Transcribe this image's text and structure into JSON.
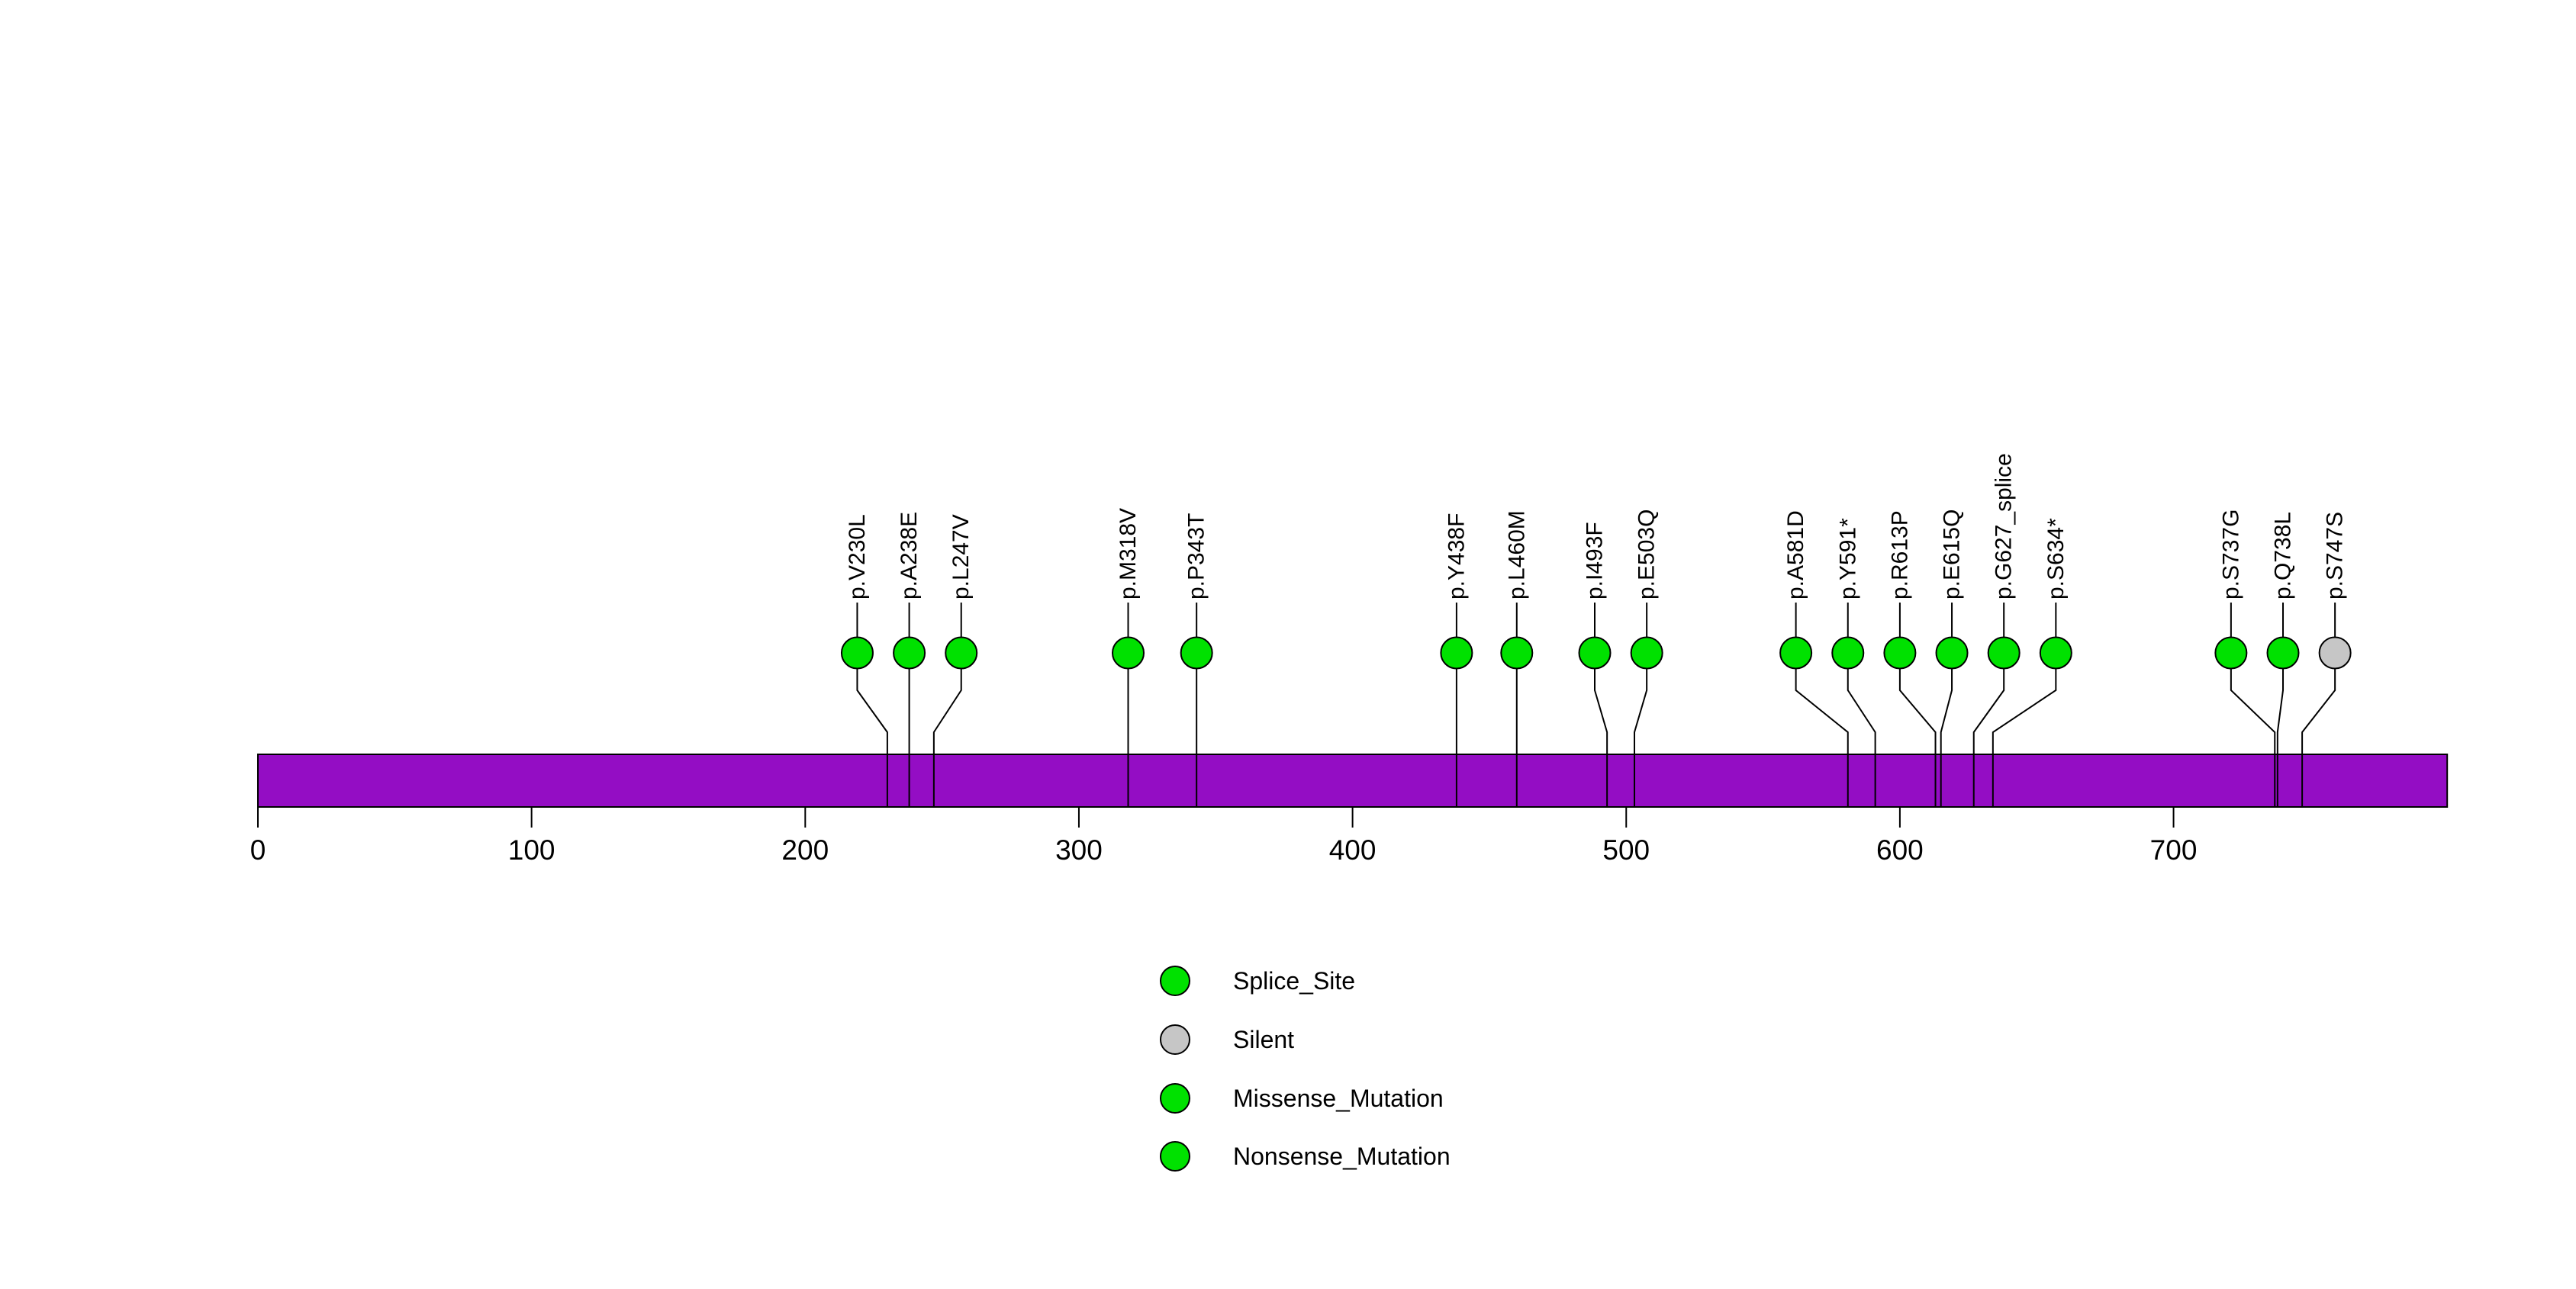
{
  "chart_data": {
    "type": "lollipop",
    "title": "",
    "xlabel": "",
    "ylabel": "",
    "description": "Protein lollipop mutation plot (maftools style): purple protein backbone with mutation lollipops and rotated protein-change labels",
    "axis": {
      "min": 0,
      "max": 800,
      "ticks": [
        0,
        100,
        200,
        300,
        400,
        500,
        600,
        700
      ],
      "grid": false
    },
    "protein_bar": {
      "start": 0,
      "end": 800,
      "color": "#940DC4",
      "border_color": "#000000"
    },
    "mutation_type_colors": {
      "Splice_Site": "#00E100",
      "Silent": "#C6C6C6",
      "Missense_Mutation": "#00E100",
      "Nonsense_Mutation": "#00E100"
    },
    "mutations": [
      {
        "label": "p.V230L",
        "pos": 230,
        "label_pos": 219,
        "type": "Missense_Mutation",
        "color": "#00E100"
      },
      {
        "label": "p.A238E",
        "pos": 238,
        "label_pos": 238,
        "type": "Missense_Mutation",
        "color": "#00E100"
      },
      {
        "label": "p.L247V",
        "pos": 247,
        "label_pos": 257,
        "type": "Missense_Mutation",
        "color": "#00E100"
      },
      {
        "label": "p.M318V",
        "pos": 318,
        "label_pos": 318,
        "type": "Missense_Mutation",
        "color": "#00E100"
      },
      {
        "label": "p.P343T",
        "pos": 343,
        "label_pos": 343,
        "type": "Missense_Mutation",
        "color": "#00E100"
      },
      {
        "label": "p.Y438F",
        "pos": 438,
        "label_pos": 438,
        "type": "Missense_Mutation",
        "color": "#00E100"
      },
      {
        "label": "p.L460M",
        "pos": 460,
        "label_pos": 460,
        "type": "Missense_Mutation",
        "color": "#00E100"
      },
      {
        "label": "p.I493F",
        "pos": 493,
        "label_pos": 488.5,
        "type": "Missense_Mutation",
        "color": "#00E100"
      },
      {
        "label": "p.E503Q",
        "pos": 503,
        "label_pos": 507.5,
        "type": "Missense_Mutation",
        "color": "#00E100"
      },
      {
        "label": "p.A581D",
        "pos": 581,
        "label_pos": 562,
        "type": "Missense_Mutation",
        "color": "#00E100"
      },
      {
        "label": "p.Y591*",
        "pos": 591,
        "label_pos": 581,
        "type": "Nonsense_Mutation",
        "color": "#00E100"
      },
      {
        "label": "p.R613P",
        "pos": 613,
        "label_pos": 600,
        "type": "Missense_Mutation",
        "color": "#00E100"
      },
      {
        "label": "p.E615Q",
        "pos": 615,
        "label_pos": 619,
        "type": "Missense_Mutation",
        "color": "#00E100"
      },
      {
        "label": "p.G627_splice",
        "pos": 627,
        "label_pos": 638,
        "type": "Splice_Site",
        "color": "#00E100"
      },
      {
        "label": "p.S634*",
        "pos": 634,
        "label_pos": 657,
        "type": "Nonsense_Mutation",
        "color": "#00E100"
      },
      {
        "label": "p.S737G",
        "pos": 737,
        "label_pos": 721,
        "type": "Missense_Mutation",
        "color": "#00E100"
      },
      {
        "label": "p.Q738L",
        "pos": 738,
        "label_pos": 740,
        "type": "Missense_Mutation",
        "color": "#00E100"
      },
      {
        "label": "p.S747S",
        "pos": 747,
        "label_pos": 759,
        "type": "Silent",
        "color": "#C6C6C6"
      }
    ],
    "legend": [
      {
        "label": "Splice_Site",
        "color": "#00E100"
      },
      {
        "label": "Silent",
        "color": "#C6C6C6"
      },
      {
        "label": "Missense_Mutation",
        "color": "#00E100"
      },
      {
        "label": "Nonsense_Mutation",
        "color": "#00E100"
      }
    ],
    "legend_position": "bottom-center"
  }
}
